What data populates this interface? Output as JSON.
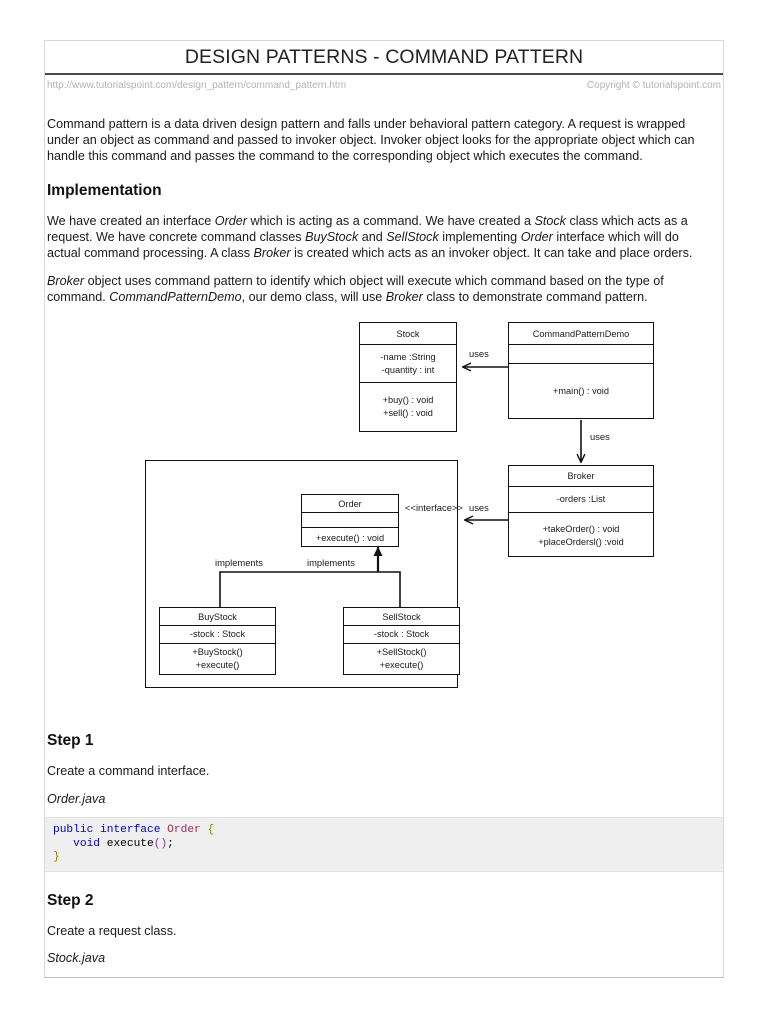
{
  "header": {
    "title": "DESIGN PATTERNS - COMMAND PATTERN",
    "url": "http://www.tutorialspoint.com/design_pattern/command_pattern.htm",
    "copyright": "Copyright © tutorialspoint.com"
  },
  "intro": {
    "paragraph": "Command pattern is a data driven design pattern and falls under behavioral pattern category. A request is wrapped under an object as command and passed to invoker object. Invoker object looks for the appropriate object which can handle this command and passes the command to the corresponding object which executes the command."
  },
  "implementation": {
    "heading": "Implementation",
    "para1_parts": [
      {
        "text": "We have created an interface ",
        "style": "normal"
      },
      {
        "text": "Order",
        "style": "italic"
      },
      {
        "text": " which is acting as a command. We have created a ",
        "style": "normal"
      },
      {
        "text": "Stock",
        "style": "italic"
      },
      {
        "text": " class which acts as a request. We have concrete command classes ",
        "style": "normal"
      },
      {
        "text": "BuyStock",
        "style": "italic"
      },
      {
        "text": " and ",
        "style": "normal"
      },
      {
        "text": "SellStock",
        "style": "italic"
      },
      {
        "text": " implementing ",
        "style": "normal"
      },
      {
        "text": "Order",
        "style": "italic"
      },
      {
        "text": " interface which will do actual command processing. A class ",
        "style": "normal"
      },
      {
        "text": "Broker",
        "style": "italic"
      },
      {
        "text": " is created which acts as an invoker object. It can take and place orders.",
        "style": "normal"
      }
    ],
    "para2_parts": [
      {
        "text": "Broker",
        "style": "italic"
      },
      {
        "text": " object uses command pattern to identify which object will execute which command based on the type of command. ",
        "style": "normal"
      },
      {
        "text": "CommandPatternDemo",
        "style": "italic"
      },
      {
        "text": ", our demo class, will use ",
        "style": "normal"
      },
      {
        "text": "Broker",
        "style": "italic"
      },
      {
        "text": " class to demonstrate command pattern.",
        "style": "normal"
      }
    ]
  },
  "diagram": {
    "classes": {
      "stock": {
        "name": "Stock",
        "attributes": [
          "-name :String",
          "-quantity : int"
        ],
        "operations": [
          "+buy()  : void",
          "+sell()  : void"
        ]
      },
      "command_pattern_demo": {
        "name": "CommandPatternDemo",
        "attributes": [
          ""
        ],
        "operations": [
          "+main()  : void"
        ]
      },
      "broker": {
        "name": "Broker",
        "attributes": [
          "-orders :List"
        ],
        "operations": [
          "+takeOrder()  : void",
          "+placeOrdersl()  :void"
        ]
      },
      "order": {
        "name": "Order",
        "stereotype": "<<interface>>",
        "attributes": [
          ""
        ],
        "operations": [
          "+execute()  : void"
        ]
      },
      "buy_stock": {
        "name": "BuyStock",
        "attributes": [
          "-stock : Stock"
        ],
        "operations": [
          "+BuyStock()",
          "+execute()"
        ]
      },
      "sell_stock": {
        "name": "SellStock",
        "attributes": [
          "-stock  : Stock"
        ],
        "operations": [
          "+SellStock()",
          "+execute()"
        ]
      }
    },
    "edge_labels": {
      "uses_demo_stock": "uses",
      "uses_demo_broker": "uses",
      "uses_broker_order": "uses",
      "implements_left": "implements",
      "implements_right": "implements"
    }
  },
  "steps": [
    {
      "heading": "Step 1",
      "description": "Create a command interface.",
      "filename": "Order.java",
      "code_tokens": [
        [
          {
            "t": "public",
            "c": "k"
          },
          {
            "t": " ",
            "c": "pl"
          },
          {
            "t": "interface",
            "c": "k"
          },
          {
            "t": " ",
            "c": "pl"
          },
          {
            "t": "Order",
            "c": "t"
          },
          {
            "t": " ",
            "c": "pl"
          },
          {
            "t": "{",
            "c": "br"
          }
        ],
        [
          {
            "t": "   ",
            "c": "pl"
          },
          {
            "t": "void",
            "c": "k"
          },
          {
            "t": " ",
            "c": "pl"
          },
          {
            "t": "execute",
            "c": "fn"
          },
          {
            "t": "()",
            "c": "p"
          },
          {
            "t": ";",
            "c": "pl"
          }
        ],
        [
          {
            "t": "}",
            "c": "br"
          }
        ]
      ]
    },
    {
      "heading": "Step 2",
      "description": "Create a request class.",
      "filename": "Stock.java",
      "code_tokens": []
    }
  ]
}
